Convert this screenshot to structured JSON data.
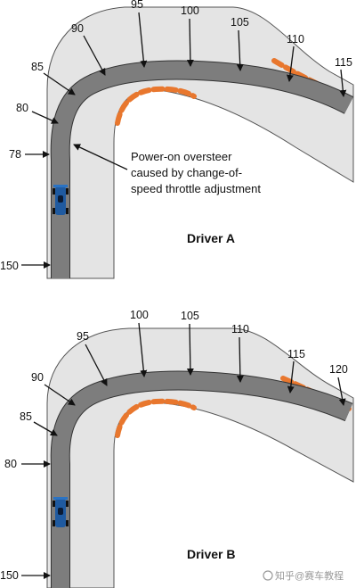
{
  "panel_a": {
    "title": "Driver A",
    "annotation_line1": "Power-on oversteer",
    "annotation_line2": "caused by change-of-",
    "annotation_line3": "speed throttle adjustment",
    "speed_labels": [
      "95",
      "100",
      "105",
      "110",
      "115",
      "90",
      "85",
      "80",
      "78",
      "150"
    ]
  },
  "panel_b": {
    "title": "Driver B",
    "speed_labels": [
      "100",
      "105",
      "110",
      "95",
      "115",
      "120",
      "90",
      "85",
      "80",
      "150"
    ]
  },
  "watermark": "知乎@赛车教程",
  "colors": {
    "track_surface": "#e4e4e4",
    "racing_line": "#7d7d7d",
    "kerb_orange": "#e8772e",
    "car_blue": "#1f5aa0"
  }
}
